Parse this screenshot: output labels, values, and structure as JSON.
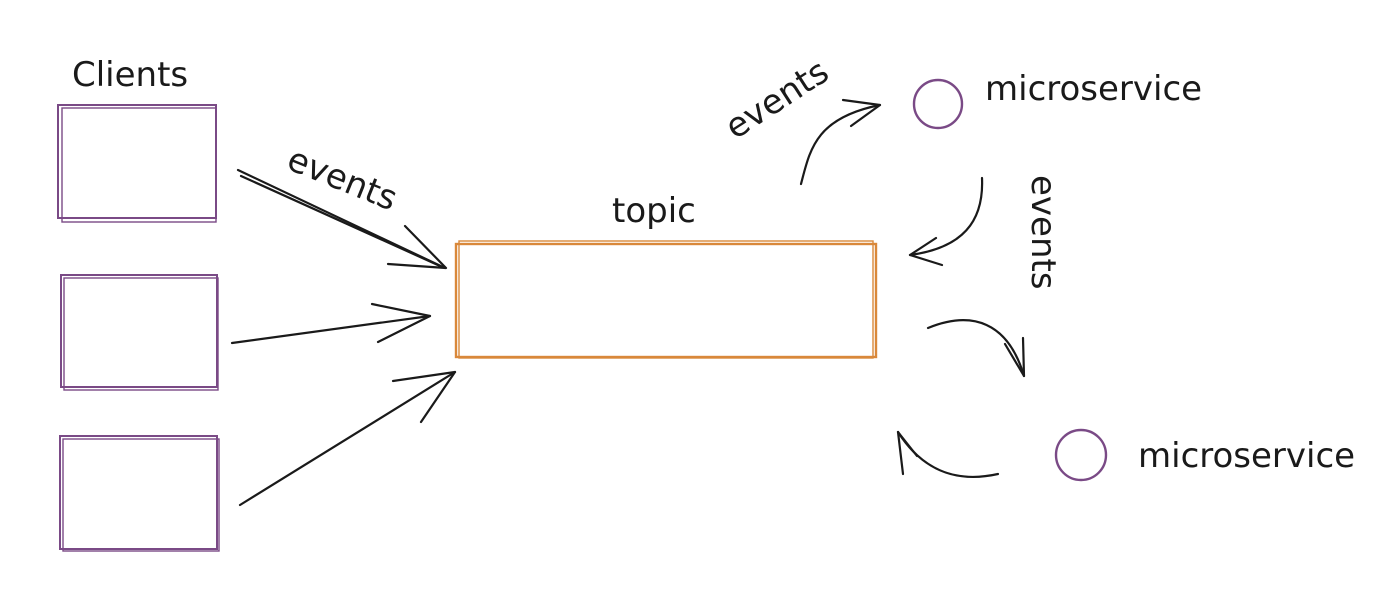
{
  "diagram": {
    "clients_label": "Clients",
    "topic_label": "topic",
    "arrow_labels": [
      "events",
      "events",
      "events"
    ],
    "services": [
      {
        "label": "microservice"
      },
      {
        "label": "microservice"
      }
    ]
  },
  "colors": {
    "client_box": "#7a4a86",
    "topic_box": "#d9883a",
    "service_node": "#7a4a86",
    "ink": "#1a1a1a"
  }
}
